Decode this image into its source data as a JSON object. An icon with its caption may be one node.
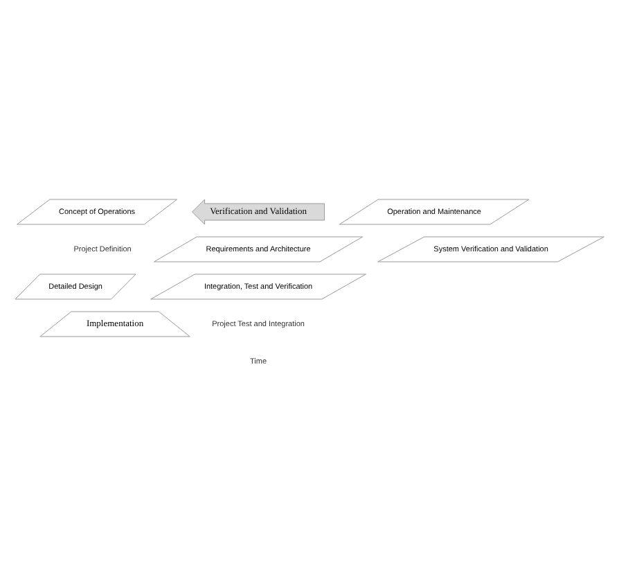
{
  "diagram": {
    "nodes": [
      {
        "text": [
          "Concept of Operations"
        ]
      },
      {
        "text": [
          "Verification and Validation"
        ]
      },
      {
        "text": [
          "Operation and Maintenance"
        ]
      },
      {
        "text": [
          "Requirements and Architecture"
        ]
      },
      {
        "text": [
          "System Verification and Validation"
        ]
      },
      {
        "text": [
          "Detailed Design"
        ]
      },
      {
        "text": [
          "Integration, Test and Verification"
        ]
      },
      {
        "text": [
          "Implementation"
        ]
      }
    ],
    "labels": [
      "Project Definition",
      "Project Test and Integration",
      "Time"
    ]
  }
}
